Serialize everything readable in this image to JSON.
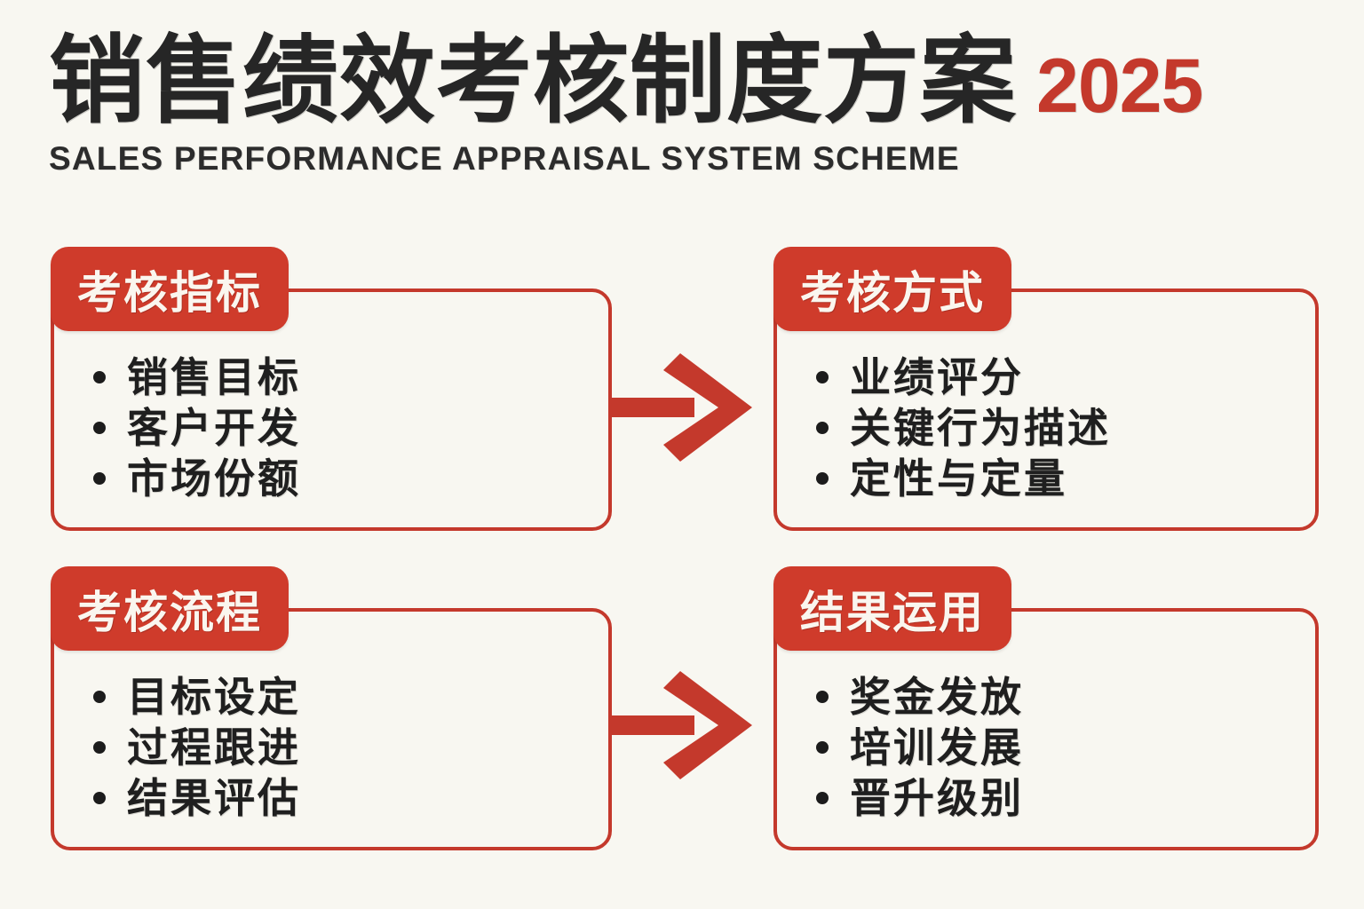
{
  "header": {
    "title_cn": "销售绩效考核制度方案",
    "year": "2025",
    "subtitle_en": "SALES PERFORMANCE APPRAISAL SYSTEM SCHEME"
  },
  "colors": {
    "background": "#f8f7f1",
    "accent_red": "#c4392c",
    "badge_red": "#cf3b2b",
    "text_dark": "#1f1f1f",
    "badge_text": "#faf6ef"
  },
  "cards": [
    {
      "id": "metrics",
      "badge": "考核指标",
      "items": [
        "销售目标",
        "客户开发",
        "市场份额"
      ]
    },
    {
      "id": "methods",
      "badge": "考核方式",
      "items": [
        "业绩评分",
        "关键行为描述",
        "定性与定量"
      ]
    },
    {
      "id": "process",
      "badge": "考核流程",
      "items": [
        "目标设定",
        "过程跟进",
        "结果评估"
      ]
    },
    {
      "id": "results",
      "badge": "结果运用",
      "items": [
        "奖金发放",
        "培训发展",
        "晋升级别"
      ]
    }
  ],
  "arrows": [
    {
      "id": "top",
      "from": "考核指标",
      "to": "考核方式",
      "direction": "right"
    },
    {
      "id": "bottom",
      "from": "考核流程",
      "to": "结果运用",
      "direction": "right"
    }
  ]
}
